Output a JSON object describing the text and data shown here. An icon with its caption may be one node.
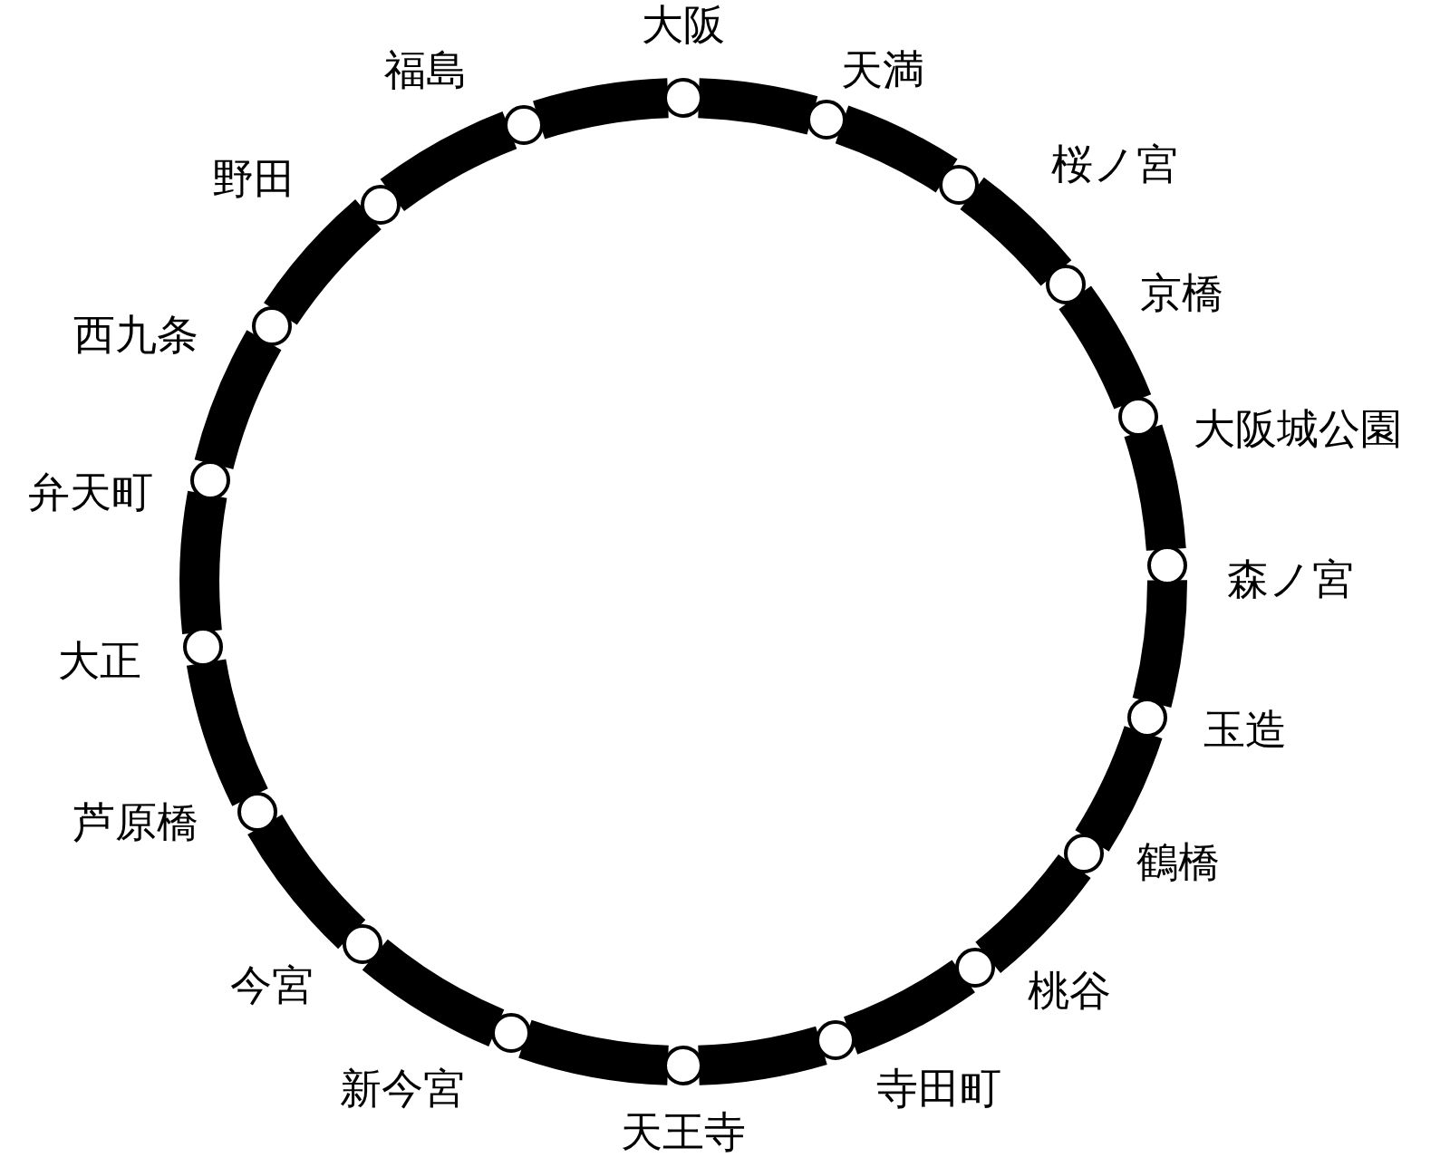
{
  "diagram": {
    "nodes": [
      {
        "text": [],
        "shape": "circle",
        "beside": [
          "大阪"
        ]
      },
      {
        "text": [],
        "shape": "circle",
        "beside": [
          "天満"
        ]
      },
      {
        "text": [],
        "shape": "circle",
        "beside": [
          "桜ノ宮"
        ]
      },
      {
        "text": [],
        "shape": "circle",
        "beside": [
          "京橋"
        ]
      },
      {
        "text": [],
        "shape": "circle",
        "beside": [
          "大阪城公園"
        ]
      },
      {
        "text": [],
        "shape": "circle",
        "beside": [
          "森ノ宮"
        ]
      },
      {
        "text": [],
        "shape": "circle",
        "beside": [
          "玉造"
        ]
      },
      {
        "text": [],
        "shape": "circle",
        "beside": [
          "鶴橋"
        ]
      },
      {
        "text": [],
        "shape": "circle",
        "beside": [
          "桃谷"
        ]
      },
      {
        "text": [],
        "shape": "circle",
        "beside": [
          "寺田町"
        ]
      },
      {
        "text": [],
        "shape": "circle",
        "beside": [
          "天王寺"
        ]
      },
      {
        "text": [],
        "shape": "circle",
        "beside": [
          "新今宮"
        ]
      },
      {
        "text": [],
        "shape": "circle",
        "beside": [
          "今宮"
        ]
      },
      {
        "text": [],
        "shape": "circle",
        "beside": [
          "芦原橋"
        ]
      },
      {
        "text": [],
        "shape": "circle",
        "beside": [
          "大正"
        ]
      },
      {
        "text": [],
        "shape": "circle",
        "beside": [
          "弁天町"
        ]
      },
      {
        "text": [],
        "shape": "circle",
        "beside": [
          "西九条"
        ]
      },
      {
        "text": [],
        "shape": "circle",
        "beside": [
          "野田"
        ]
      },
      {
        "text": [],
        "shape": "circle",
        "beside": [
          "福島"
        ]
      }
    ],
    "edges": [
      {
        "from": 0,
        "to": 1,
        "arrow": "none"
      },
      {
        "from": 1,
        "to": 2,
        "arrow": "none"
      },
      {
        "from": 2,
        "to": 3,
        "arrow": "none"
      },
      {
        "from": 3,
        "to": 4,
        "arrow": "none"
      },
      {
        "from": 4,
        "to": 5,
        "arrow": "none"
      },
      {
        "from": 5,
        "to": 6,
        "arrow": "none"
      },
      {
        "from": 6,
        "to": 7,
        "arrow": "none"
      },
      {
        "from": 7,
        "to": 8,
        "arrow": "none"
      },
      {
        "from": 8,
        "to": 9,
        "arrow": "none"
      },
      {
        "from": 9,
        "to": 10,
        "arrow": "none"
      },
      {
        "from": 10,
        "to": 11,
        "arrow": "none"
      },
      {
        "from": 11,
        "to": 12,
        "arrow": "none"
      },
      {
        "from": 12,
        "to": 13,
        "arrow": "none"
      },
      {
        "from": 13,
        "to": 14,
        "arrow": "none"
      },
      {
        "from": 14,
        "to": 15,
        "arrow": "none"
      },
      {
        "from": 15,
        "to": 16,
        "arrow": "none"
      },
      {
        "from": 16,
        "to": 17,
        "arrow": "none"
      },
      {
        "from": 17,
        "to": 18,
        "arrow": "none"
      },
      {
        "from": 18,
        "to": 0,
        "arrow": "none"
      }
    ]
  }
}
